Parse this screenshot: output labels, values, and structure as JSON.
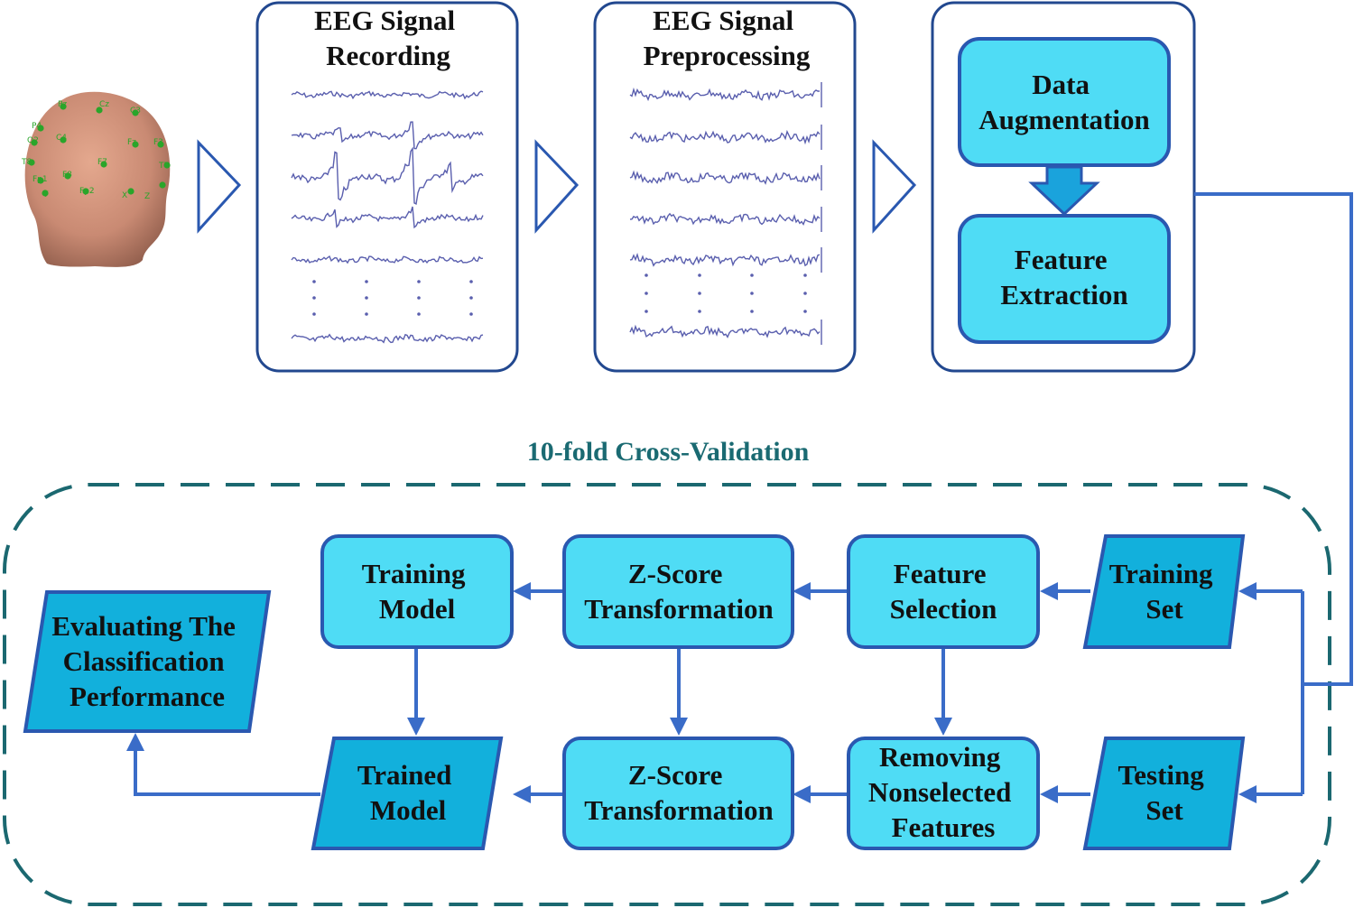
{
  "panels": {
    "recording_title": [
      "EEG Signal",
      "Recording"
    ],
    "preprocessing_title": [
      "EEG Signal",
      "Preprocessing"
    ]
  },
  "feature_panel": {
    "augmentation": [
      "Data",
      "Augmentation"
    ],
    "extraction": [
      "Feature",
      "Extraction"
    ]
  },
  "cross_validation": {
    "title": "10-fold Cross-Validation"
  },
  "nodes": {
    "training_set": [
      "Training",
      "Set"
    ],
    "feature_selection": [
      "Feature",
      "Selection"
    ],
    "zscore_top": [
      "Z-Score",
      "Transformation"
    ],
    "training_model": [
      "Training",
      "Model"
    ],
    "testing_set": [
      "Testing",
      "Set"
    ],
    "removing": [
      "Removing",
      "Nonselected",
      "Features"
    ],
    "zscore_bottom": [
      "Z-Score",
      "Transformation"
    ],
    "trained_model": [
      "Trained",
      "Model"
    ],
    "evaluating": [
      "Evaluating The",
      "Classification",
      "Performance"
    ]
  },
  "head": {
    "electrode_labels": [
      "Pz",
      "Cz",
      "C3",
      "P4",
      "O2",
      "C4",
      "Fz",
      "F3",
      "T8",
      "F7",
      "T7",
      "F8",
      "Fp1",
      "Fp2",
      "X",
      "Y",
      "Z"
    ]
  },
  "colors": {
    "process_fill": "#4fdcf5",
    "data_fill": "#12b0dc",
    "border": "#2a58b0",
    "arrow": "#3a6cc8",
    "cv_dash": "#1b6870",
    "cv_title": "#1a6a72",
    "wave": "#5a5fae"
  }
}
